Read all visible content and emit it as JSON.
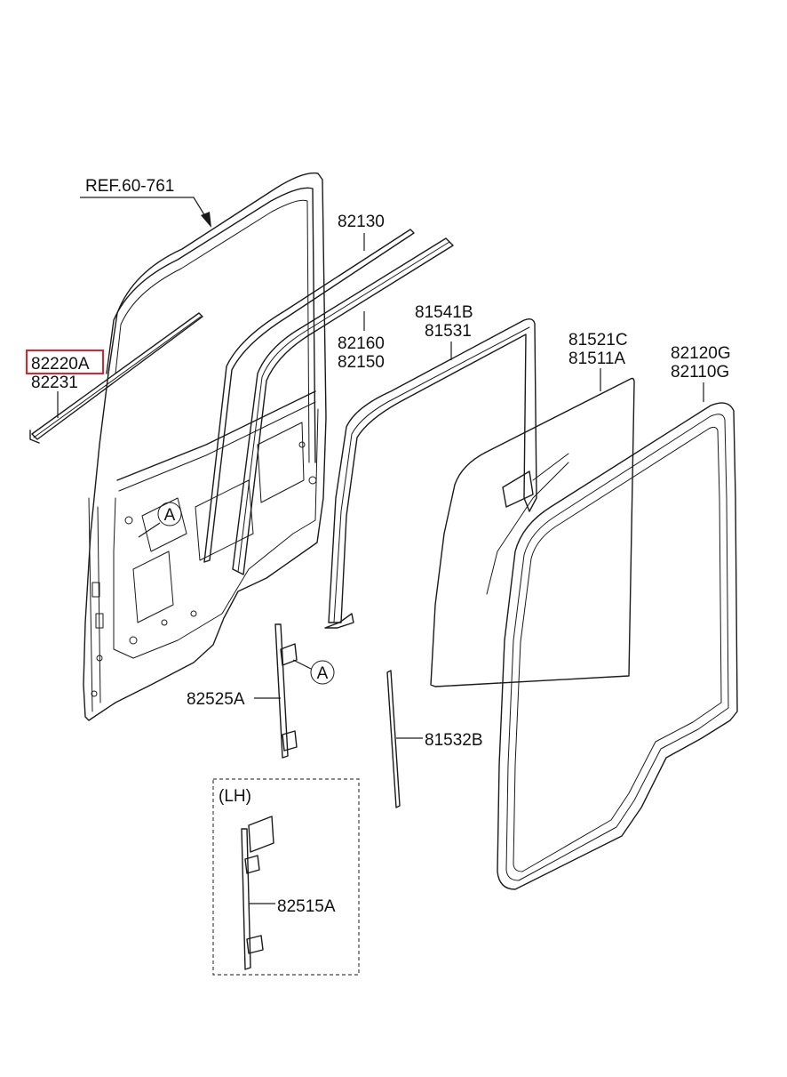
{
  "diagram": {
    "reference_label": "REF.60-761",
    "parts": {
      "belt_molding_outer": {
        "label_top": "82220A",
        "label_bottom": "82231"
      },
      "belt_weatherstrip_outer": {
        "label": "82130"
      },
      "belt_weatherstrip_inner": {
        "label_top": "82160",
        "label_bottom": "82150"
      },
      "glass_run": {
        "label_top": "81541B",
        "label_bottom": "81531"
      },
      "door_glass": {
        "label_top": "81521C",
        "label_bottom": "81511A"
      },
      "door_weatherstrip": {
        "label_top": "82120G",
        "label_bottom": "82110G"
      },
      "window_regulator": {
        "label": "82525A"
      },
      "glass_run_rear": {
        "label": "81532B"
      },
      "lh_regulator": {
        "label": "82515A"
      }
    },
    "detail_marker": "A",
    "lh_group_label": "(LH)",
    "highlight_color": "#e0232a"
  }
}
